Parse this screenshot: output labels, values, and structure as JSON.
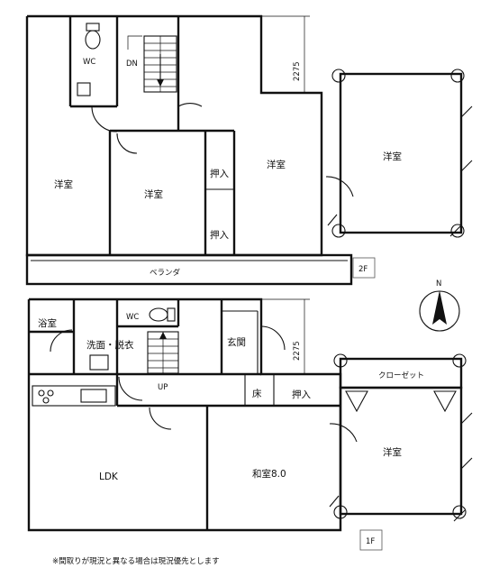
{
  "floor2": {
    "tag": "2F",
    "dimension": "2275",
    "rooms": {
      "western_left": "洋室",
      "wc": "WC",
      "dn": "DN",
      "western_middle": "洋室",
      "western_right": "洋室",
      "closet_upper": "押入",
      "closet_lower": "押入",
      "western_hatched": "洋室",
      "veranda": "ベランダ"
    }
  },
  "floor1": {
    "tag": "1F",
    "dimension": "2275",
    "rooms": {
      "bath": "浴室",
      "wash": "洗面・脱衣",
      "wc": "WC",
      "up": "UP",
      "entrance": "玄関",
      "floor": "床",
      "closet": "押入",
      "closet_top": "クローゼット",
      "ldk": "LDK",
      "japanese": "和室8.0",
      "western_hatched": "洋室"
    }
  },
  "compass": "N",
  "footnote": "※間取りが現況と異なる場合は現況優先とします"
}
